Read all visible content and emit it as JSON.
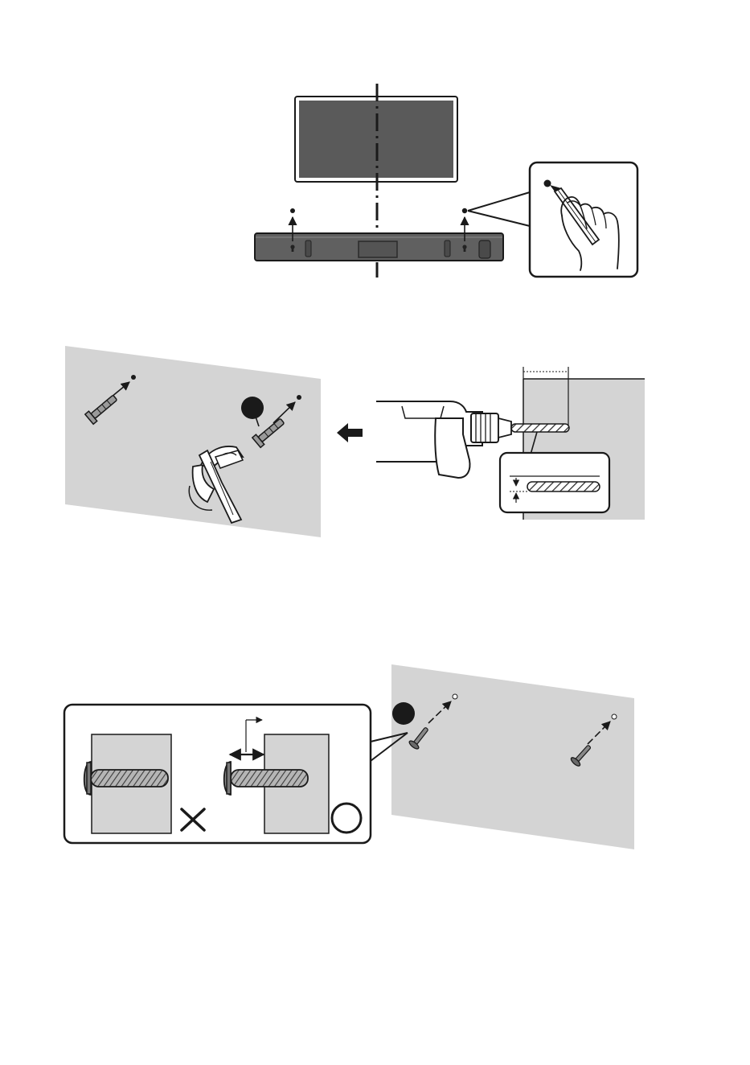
{
  "figure": {
    "panels": [
      {
        "id": "mark-holes",
        "callout": {
          "label": ""
        }
      },
      {
        "id": "drill-and-anchor",
        "callout": {
          "label": ""
        }
      },
      {
        "id": "fasten-screws",
        "callout": {
          "label": ""
        },
        "comparison": [
          "incorrect",
          "correct"
        ]
      }
    ]
  },
  "colors": {
    "outline": "#1a1a1a",
    "tv_screen": "#5a5a5a",
    "soundbar_body": "#606060",
    "wall": "#d4d4d4",
    "callout_fill": "#1a1a1a",
    "white": "#ffffff"
  },
  "icons": [
    "pencil-icon",
    "hand-icon",
    "drill-icon",
    "wall-anchor-icon",
    "hammer-icon",
    "screw-icon",
    "cross-mark-icon",
    "circle-mark-icon",
    "arrow-left-icon"
  ]
}
